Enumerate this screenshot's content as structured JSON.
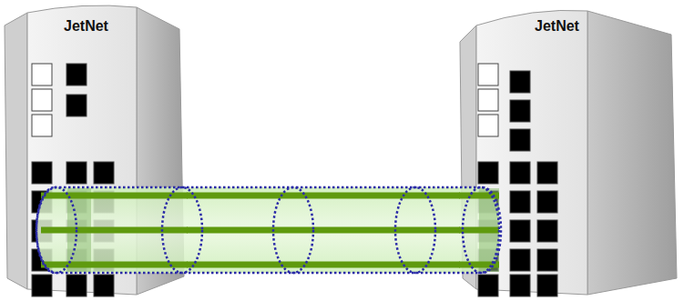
{
  "diagram": {
    "nodes": [
      {
        "text": [
          "JetNet"
        ]
      },
      {
        "text": [
          "JetNet"
        ]
      }
    ],
    "edges": [
      {
        "from": 0,
        "to": 1,
        "arrow": "none"
      },
      {
        "from": 0,
        "to": 1,
        "arrow": "none"
      },
      {
        "from": 0,
        "to": 1,
        "arrow": "none"
      }
    ]
  }
}
